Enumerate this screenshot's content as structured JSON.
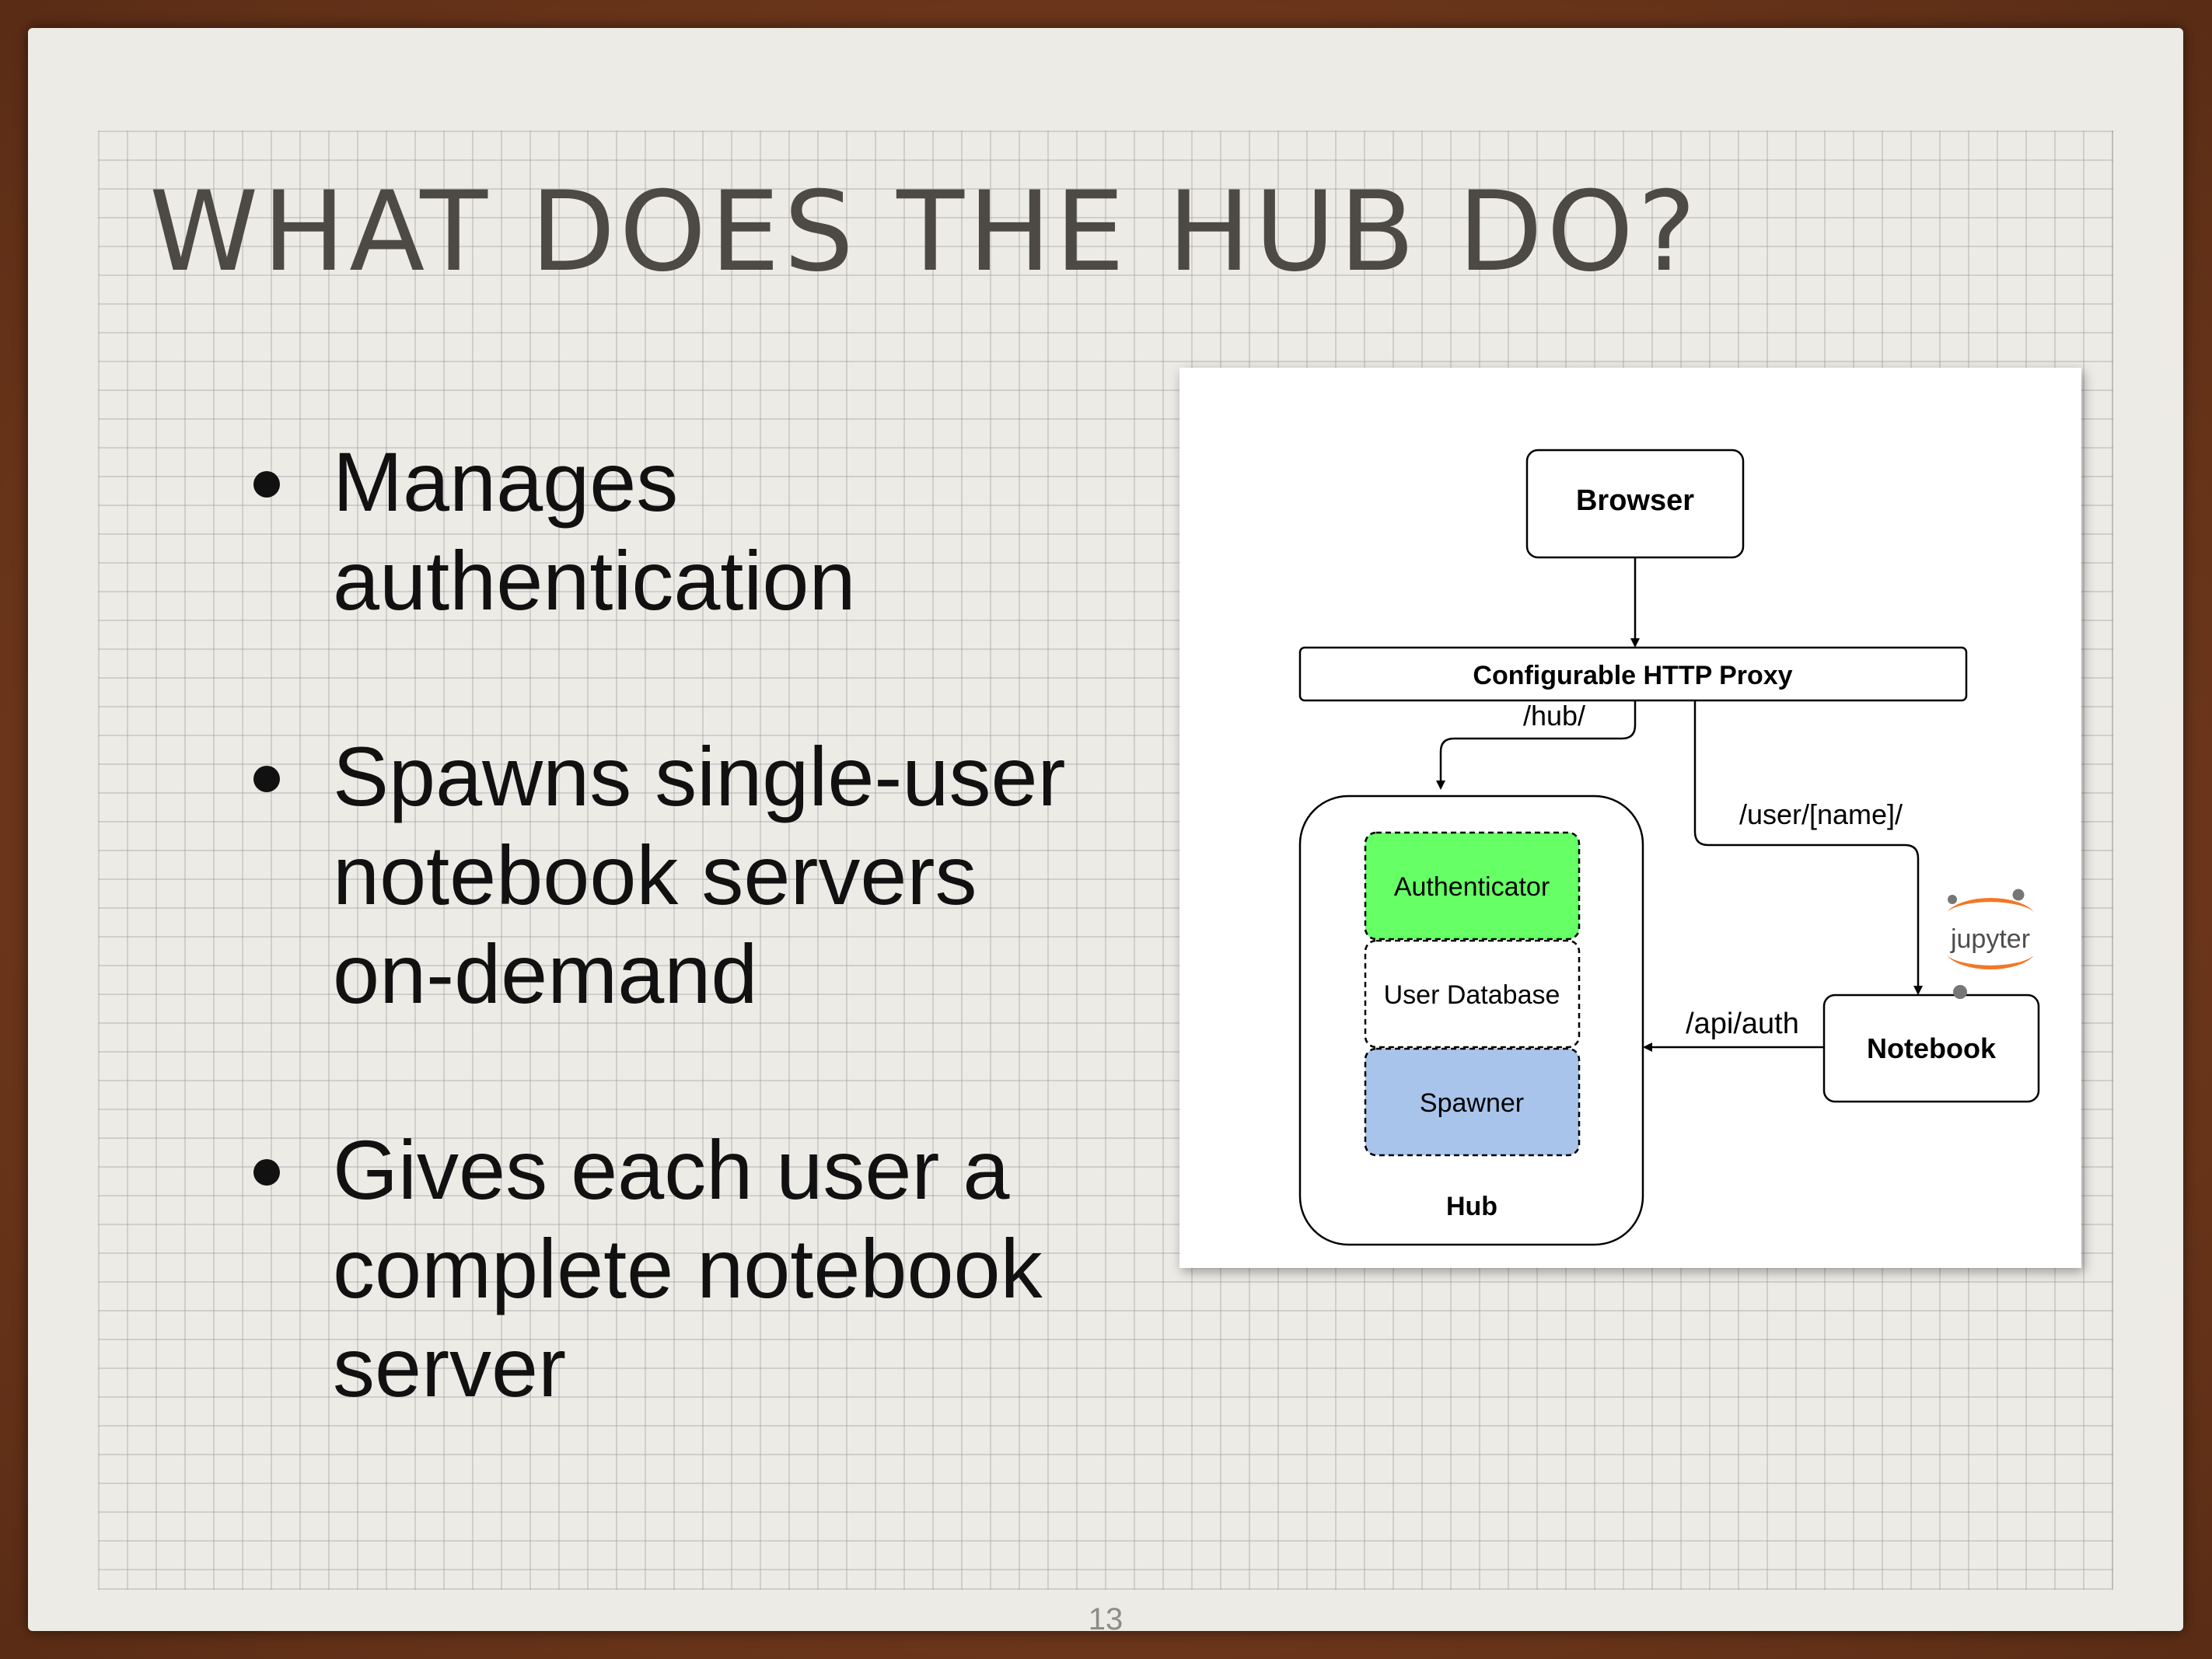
{
  "slide": {
    "title": "WHAT DOES THE HUB DO?",
    "bullets": [
      {
        "lines": [
          "Manages",
          "authentication"
        ]
      },
      {
        "lines": [
          "Spawns single-user",
          "notebook servers",
          "on-demand"
        ]
      },
      {
        "lines": [
          "Gives each user a",
          "complete notebook",
          "server"
        ]
      }
    ],
    "page_number": "13"
  },
  "diagram": {
    "browser": "Browser",
    "proxy": "Configurable HTTP Proxy",
    "hub_route": "/hub/",
    "user_route": "/user/[name]/",
    "api_route": "/api/auth",
    "hub": {
      "label": "Hub",
      "components": [
        {
          "label": "Authenticator",
          "fill": "#66ff66"
        },
        {
          "label": "User Database",
          "fill": "#ffffff"
        },
        {
          "label": "Spawner",
          "fill": "#a9c4eb"
        }
      ]
    },
    "notebook": "Notebook",
    "logo_text": "jupyter",
    "colors": {
      "jupyter_orange": "#f37726",
      "jupyter_gray": "#767677",
      "title": "#4d4a45",
      "frame": "#6e3a1e"
    }
  }
}
